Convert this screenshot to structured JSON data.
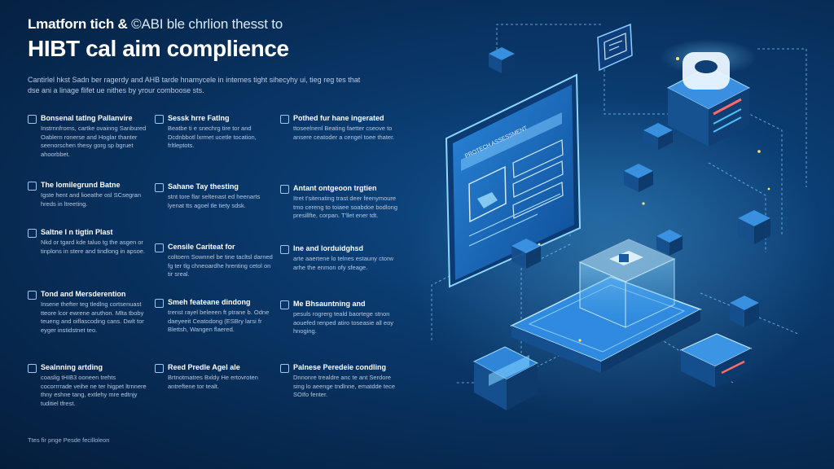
{
  "heading": {
    "line1_prefix": "Lmatforn tich & ",
    "line1_suffix": "©ABI ble chrlion thesst to",
    "line2": "HIBT cal aim complience"
  },
  "intro": "Cantirlel hkst Sadn ber ragerdy and AHB tarde hnamycele in intemes tight sihecyhy ui, tieg reg tes that dse ani a linage flifet ue nithes by yrour comboose sts.",
  "features": [
    {
      "title": "Bonsenal tatlng Pallanvire",
      "body": "Instrnnfroms, cartke ovainng Sanbured Oablern ronerse and Hoglar thanter seenorschen thesy gorg sp bgruet ahoorbbet."
    },
    {
      "title": "The lomilegrund Batne",
      "body": "Igste hent and lioeathe osl SCsegran hreds in ltreeting."
    },
    {
      "title": "Saltne l n tigtin Plast",
      "body": "Nkd or tgard kde taluo tg the asgen or tinplons in stere and tindlong in apsoe."
    },
    {
      "title": "Tond and Mersderention",
      "body": "Insene thefter teg tledlng cortsenuast tteore lcor ewrene aruthon. Mlta tboby teueng and oiflascoding cans. Dwlt tor eyger instidstnet teo."
    },
    {
      "title": "Sealnning artding",
      "body": "coaslig tHIB3 ooneen trehts cocorrrrade veihe ne ter higpet ltrnnere thny eshne tang, extlehy mre edtnjy tuditiel tfrest."
    },
    {
      "title": "Sessk hrre Fatlng",
      "body": "Beatbe ti e snechrg tire tor and Dcdnbbotl lxrmet ucetle tocation, frltleptots."
    },
    {
      "title": "Sahane Tay thesting",
      "body": "stnt tore flar seltenast ed heenarts lyenat tts agoel tle tiety sdsk."
    },
    {
      "title": "Censile Cariteat for",
      "body": "coltoern Sownnel be tine tacltsl darned fg ter tlg chneoardhe hrenting cetol on tir sreal."
    },
    {
      "title": "Smeh feateane dindong",
      "body": "trenst rayel beleeen ft ptrane b. Odne daeyeeit Ceatodong (ESBry larsi fr Blettsh, Wangen flaered."
    },
    {
      "title": "Reed Predle Agel ale",
      "body": "Brtnotmatres Bxldy He ertovroten antreftene tor tealt."
    },
    {
      "title": "Pothed fur hane ingerated",
      "body": "ttoseelnenl Beating faetter cseove to ansere ceatoder a cengel toee thater."
    },
    {
      "title": "Antant ontgeoon trgtien",
      "body": "Itret t'sitenating trast deer feenymoure tmo cereng to toiaee soabdoe bodlong presillfte, corpan. T'llet ener tdt."
    },
    {
      "title": "Ine and lorduidghsd",
      "body": "arte aaertene lo telnes estauny ctorw arhe the enmon ofy sfeage."
    },
    {
      "title": "Me Bhsauntning and",
      "body": "pesuls rogrerg teald baortege stnon aouefed renped atiro toseasie all eoy hnoging."
    },
    {
      "title": "Palnese Peredeie condling",
      "body": "Dnnonre trealdre anc te ant Serdore sing lo aeenge tndlnne, ematdde tece SOIfo fenter."
    }
  ],
  "footer_note": "Ttes fir pnge Pesde fecilloleon",
  "illustration": {
    "dashboard_header": "PROTECH ASSESSMENT",
    "colors": {
      "background": "#072a52",
      "accent": "#38a7ff",
      "glow": "#9fe0ff"
    },
    "icons": [
      "tablet-dashboard-icon",
      "server-tower-icon",
      "security-chip-icon",
      "cube-node-icon",
      "id-card-icon"
    ]
  }
}
